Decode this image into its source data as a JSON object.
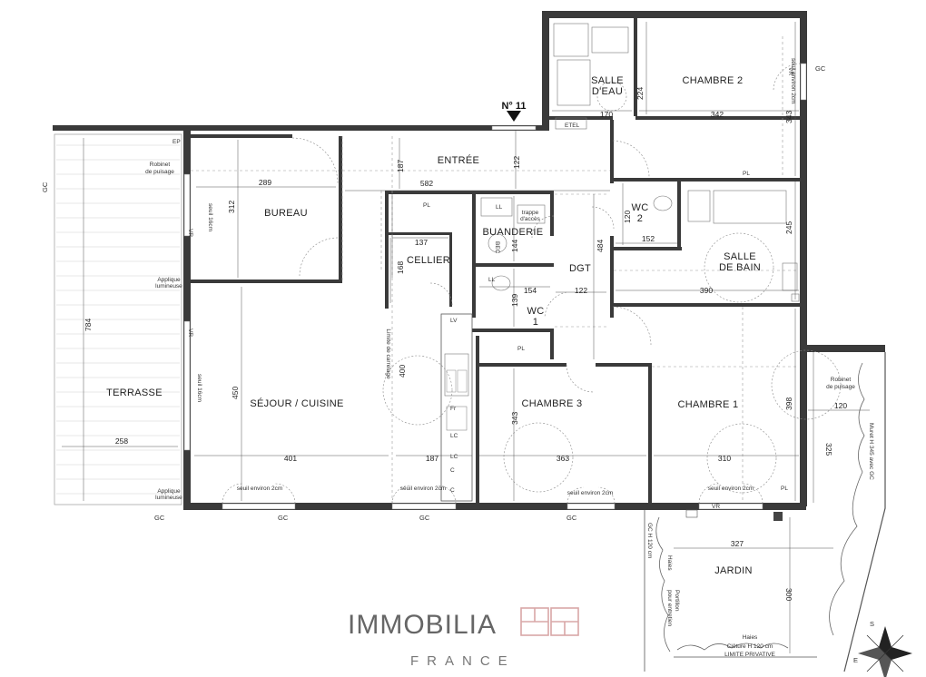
{
  "apartment": {
    "label": "N° 11"
  },
  "rooms": {
    "salle_eau": [
      "SALLE",
      "D'EAU"
    ],
    "chambre2": "CHAMBRE 2",
    "entree": "ENTRÉE",
    "bureau": "BUREAU",
    "wc2": [
      "WC",
      "2"
    ],
    "buanderie": "BUANDERIE",
    "cellier": "CELLIER",
    "dgt": "DGT",
    "salle_bain": [
      "SALLE",
      "DE BAIN"
    ],
    "wc1": [
      "WC",
      "1"
    ],
    "terrasse": "TERRASSE",
    "sejour": "SÉJOUR / CUISINE",
    "chambre3": "CHAMBRE 3",
    "chambre1": "CHAMBRE 1",
    "jardin": "JARDIN"
  },
  "dimensions": {
    "d224": "224",
    "d170": "170",
    "d342": "342",
    "d343a": "343",
    "d187a": "187",
    "d122a": "122",
    "d582": "582",
    "d289": "289",
    "d312": "312",
    "d120": "120",
    "d152": "152",
    "d245": "245",
    "d137": "137",
    "d168": "168",
    "d144": "144",
    "d484": "484",
    "d154": "154",
    "d139": "139",
    "d122b": "122",
    "d390": "390",
    "d784": "784",
    "d258": "258",
    "d450": "450",
    "d400": "400",
    "d343b": "343",
    "d398": "398",
    "d401": "401",
    "d187b": "187",
    "d363": "363",
    "d310": "310",
    "d325": "325",
    "d120b": "120",
    "d327": "327",
    "d300": "300"
  },
  "annotations": {
    "etel": "ETEL",
    "pl1": "PL",
    "pl2": "PL",
    "pl3": "PL",
    "pl4": "PL",
    "ll1": "LL",
    "ll2": "LL",
    "lv": "LV",
    "bec": "BEC",
    "trappe": [
      "trappe",
      "d'accès"
    ],
    "ep": "EP",
    "robinet1": [
      "Robinet",
      "de puisage"
    ],
    "robinet2": [
      "Robinet",
      "de puisage"
    ],
    "applique1": [
      "Applique",
      "lumineuse"
    ],
    "applique2": [
      "Applique",
      "lumineuse"
    ],
    "seuil1": "seuil 16cm",
    "seuil2": "seuil 16cm",
    "vr1": "VR",
    "vr2": "VR",
    "vr3": "VR",
    "vr4": "VR",
    "limite": "Limite de carrelage",
    "seuil_env1": "seuil environ 2cm",
    "seuil_env2": "seuil environ 2cm",
    "seuil_env3": "seuil environ 2cm",
    "seuil_env4": "seuil environ 2cm",
    "seuil_ch2": "seuil environ 2cm",
    "fr": "Fr",
    "lc1": "LC",
    "lc2": "LC",
    "c1": "C",
    "c2": "C",
    "gc_left": "GC",
    "gc_b1": "GC",
    "gc_b2": "GC",
    "gc_b3": "GC",
    "gc_b4": "GC",
    "gc_top": "GC",
    "gc_h120": "GC H 120 cm",
    "muret": "Muret H 345 avec GC",
    "haies1": "Haies",
    "haies2": "Haies",
    "portillon": [
      "Portillon",
      "pour entretien"
    ],
    "cloture": "Clôture H 120 cm",
    "limite_priv": "LIMITE PRIVATIVE"
  },
  "brand": {
    "name": "IMMOBILIA",
    "country": "FRANCE",
    "accent": "#d9a7a7"
  },
  "compass": {
    "s": "S",
    "e": "E"
  }
}
